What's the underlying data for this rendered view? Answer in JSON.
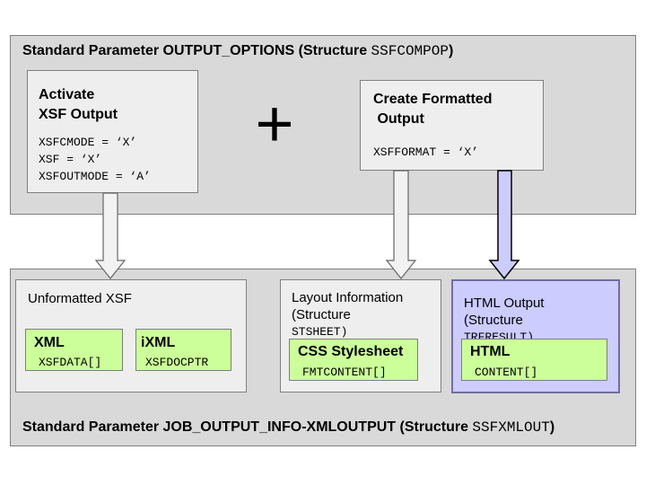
{
  "top_panel": {
    "title_prefix": "Standard Parameter OUTPUT_OPTIONS (Structure ",
    "title_structure": "SSFCOMPOP",
    "title_suffix": ")"
  },
  "activate_box": {
    "title_line1": "Activate",
    "title_line2": "XSF Output",
    "code_lines": [
      "XSFCMODE = ‘X’",
      "XSF = ‘X’",
      "XSFOUTMODE = ‘A’"
    ]
  },
  "plus_symbol": "+",
  "create_box": {
    "title_line1": "Create Formatted",
    "title_line2": " Output",
    "code_line": "XSFFORMAT = ‘X’"
  },
  "bottom_panel": {
    "title_prefix": "Standard Parameter JOB_OUTPUT_INFO-XMLOUTPUT (Structure ",
    "title_structure": "SSFXMLOUT",
    "title_suffix": ")"
  },
  "unformatted_box": {
    "title": "Unformatted XSF",
    "xml": {
      "label": "XML",
      "field": "XSFDATA[]"
    },
    "ixml": {
      "label": "iXML",
      "field": "XSFDOCPTR"
    }
  },
  "layout_box": {
    "title_line1": "Layout Information",
    "title_line2": "(Structure",
    "title_line3": "STSHEET)",
    "css": {
      "label": "CSS Stylesheet",
      "field": "FMTCONTENT[]"
    }
  },
  "html_box": {
    "title_line1": "HTML Output",
    "title_line2": "(Structure",
    "title_line3": "TRFRESULT)",
    "html": {
      "label": "HTML",
      "field": "CONTENT[]"
    }
  },
  "colors": {
    "panel": "#d9d9d9",
    "box": "#eeeeee",
    "green": "#ccff99",
    "violet": "#ccccff",
    "border": "#7f7f7f"
  }
}
